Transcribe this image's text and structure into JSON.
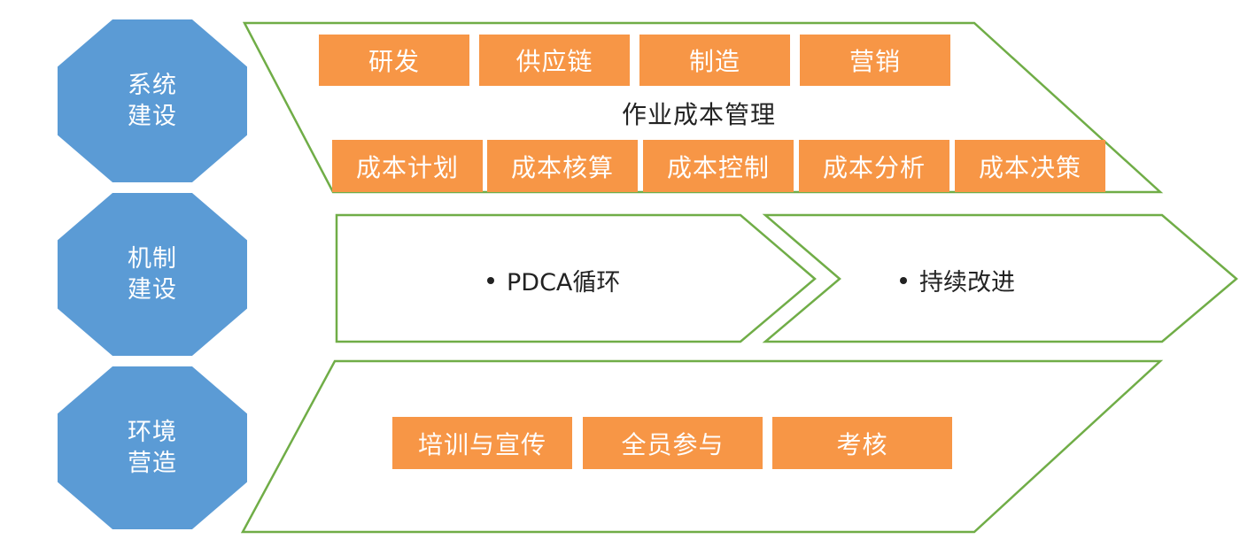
{
  "rows": [
    {
      "label": "系统\n建设",
      "top_boxes": [
        "研发",
        "供应链",
        "制造",
        "营销"
      ],
      "center": "作业成本管理",
      "bottom_boxes": [
        "成本计划",
        "成本核算",
        "成本控制",
        "成本分析",
        "成本决策"
      ]
    },
    {
      "label": "机制\n建设",
      "items": [
        "PDCA循环",
        "持续改进"
      ]
    },
    {
      "label": "环境\n营造",
      "boxes": [
        "培训与宣传",
        "全员参与",
        "考核"
      ]
    }
  ],
  "colors": {
    "octagon_fill": "#5b9bd5",
    "box_fill": "#f79646",
    "outline": "#70ad47",
    "text_dark": "#222222",
    "text_light": "#ffffff"
  }
}
